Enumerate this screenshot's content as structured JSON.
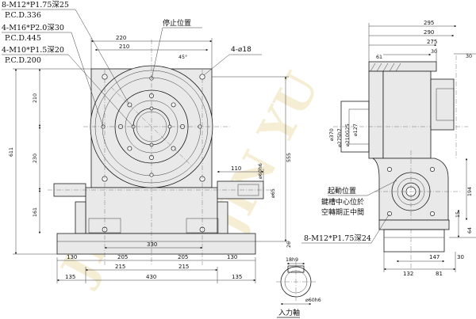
{
  "callouts": {
    "c1_line1": "8-M12*P1.75深25",
    "c1_line2": "P.C.D.336",
    "c2_line1": "4-M16*P2.0深30",
    "c2_line2": "P.C.D.445",
    "c3_line1": "4-M10*P1.5深20",
    "c3_line2": "P.C.D.200",
    "stop_position": "停止位置",
    "corner_holes": "4-⌀18",
    "start_position": "起動位置",
    "keyway_note_1": "鍵槽中心位於",
    "keyway_note_2": "空轉期正中間",
    "side_holes": "8-M12*P1.75深24",
    "input_shaft": "入力軸"
  },
  "front_dims": {
    "top_220": "220",
    "top_210": "210",
    "angle_45": "45°",
    "left_210": "210",
    "left_230": "230",
    "left_611": "611",
    "left_161": "161",
    "right_555": "555",
    "shaft_110": "110",
    "shaft_dia_60": "⌀60h6",
    "shaft_dia_65": "⌀65",
    "bot_330": "330",
    "bot_130a": "130",
    "bot_205a": "205",
    "bot_205b": "205",
    "bot_130b": "130",
    "bot_215a": "215",
    "bot_215b": "215",
    "bot_135a": "135",
    "bot_430": "430",
    "bot_135b": "135",
    "right_26": "26"
  },
  "side_dims": {
    "top_295": "295",
    "top_290": "290",
    "top_275": "275",
    "top_30": "30",
    "flange_61": "61",
    "flange_30": "30",
    "d370": "⌀370",
    "d275": "⌀275h7",
    "d210": "⌀210G25",
    "d127": "⌀127",
    "r194": "194",
    "r64": "64",
    "r15": "15",
    "b147": "147",
    "b30": "30",
    "b132": "132",
    "b81": "81"
  },
  "detail_dims": {
    "key": "18h9",
    "shaft": "⌀60h6"
  },
  "watermark": "JIN YU",
  "colors": {
    "line": "#1b1b1b",
    "body_fill": "#e9e9e9",
    "watermark": "#e1c878"
  }
}
